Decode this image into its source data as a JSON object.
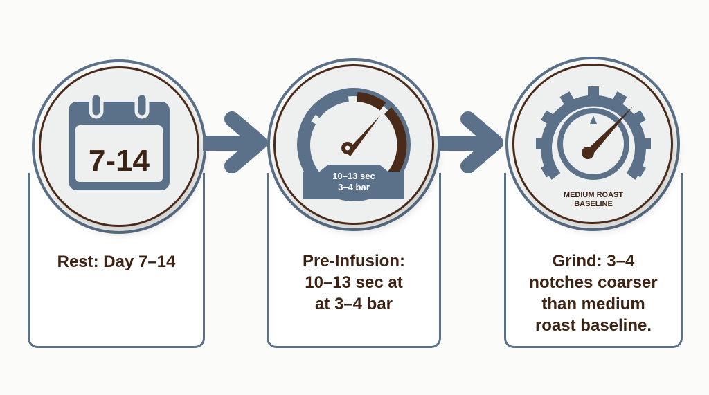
{
  "colors": {
    "slate": "#5a7189",
    "brown": "#3d2314",
    "ring_brown": "#4a2a18",
    "disc": "#eef0f0",
    "background": "#fbfbfa"
  },
  "steps": [
    {
      "icon": "calendar-icon",
      "icon_text": "7-14",
      "caption": "Rest: Day 7–14"
    },
    {
      "icon": "pressure-gauge-icon",
      "icon_text_line1": "10–13 sec",
      "icon_text_line2": "3–4 bar",
      "caption_line1": "Pre-Infusion:",
      "caption_line2": "10–13 sec at",
      "caption_line3": "at 3–4 bar"
    },
    {
      "icon": "grinder-dial-icon",
      "icon_text_line1": "MEDIUM ROAST",
      "icon_text_line2": "BASELINE",
      "caption_line1": "Grind: 3–4",
      "caption_line2": "notches coarser",
      "caption_line3": "than medium",
      "caption_line4": "roast baseline."
    }
  ],
  "connectors": [
    "arrow-right",
    "arrow-right"
  ]
}
